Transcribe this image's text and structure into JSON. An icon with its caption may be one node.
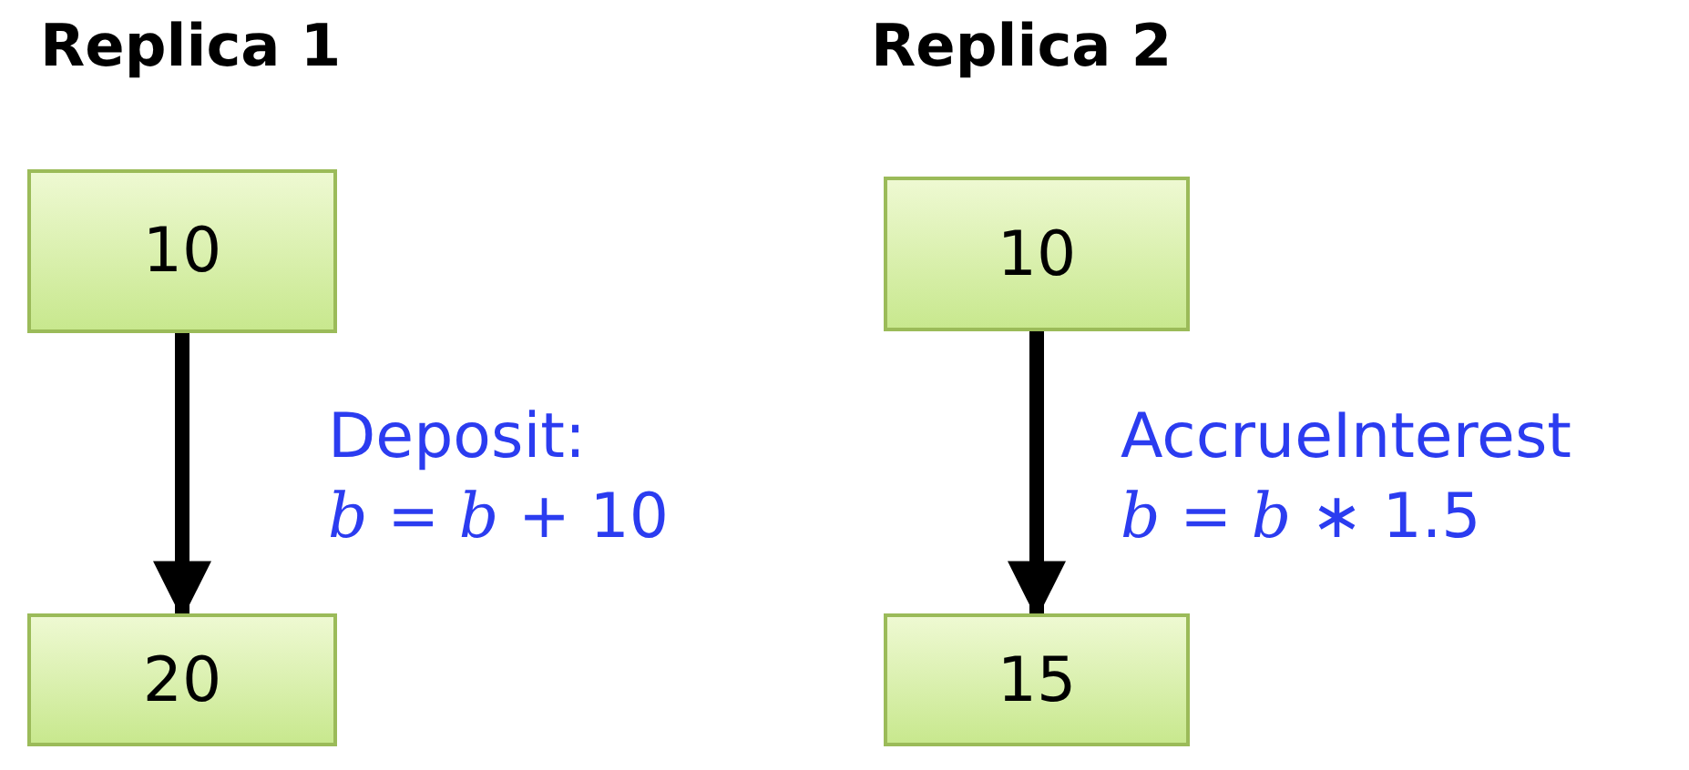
{
  "diagram": {
    "nodes": [
      {
        "text": [
          "10"
        ]
      },
      {
        "text": [
          "20"
        ]
      },
      {
        "text": [
          "10"
        ]
      },
      {
        "text": [
          "15"
        ]
      }
    ],
    "edges": [
      {
        "from": 0,
        "to": 1,
        "arrow": "to",
        "label": "Deposit: *b* = *b* + 10"
      },
      {
        "from": 2,
        "to": 3,
        "arrow": "to",
        "label": "AccrueInterest *b* = *b* ∗ 1.5"
      }
    ],
    "labels": [
      "Replica 1",
      "Replica 2"
    ]
  }
}
